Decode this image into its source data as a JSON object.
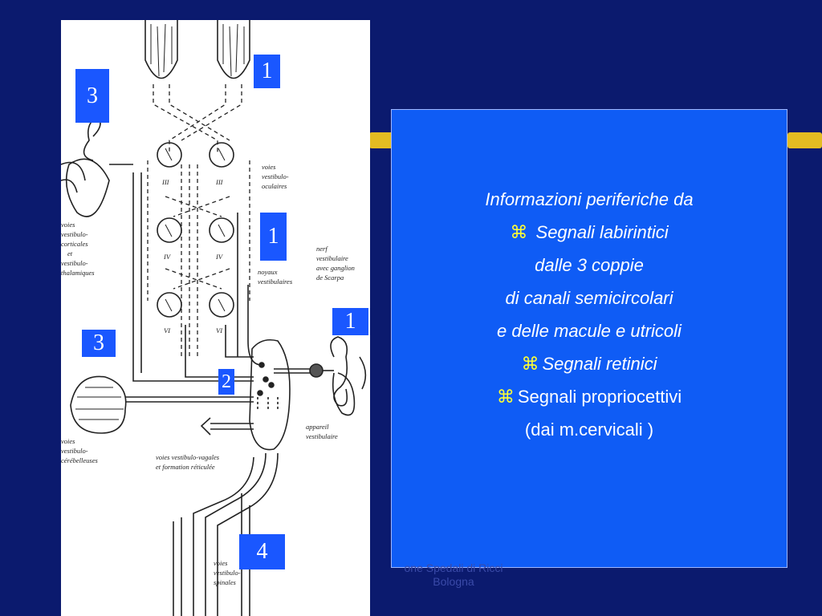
{
  "labels": {
    "top_right_1": "1",
    "left_3_top": "3",
    "middle_1": "1",
    "right_1": "1",
    "left_3_bottom": "3",
    "center_2": "2",
    "bottom_4": "4"
  },
  "diagram_text": {
    "nuclei": [
      "III",
      "III",
      "IV",
      "IV",
      "VI",
      "VI"
    ],
    "voies_vestibulo_oculaires": [
      "voies",
      "vestibulo-",
      "oculaires"
    ],
    "voies_vestibulo_corticales": [
      "voies",
      "vestibulo-",
      "corticales",
      "et",
      "vestibulo-",
      "thalamiques"
    ],
    "noyaux_vestibulaires": [
      "noyaux",
      "vestibulaires"
    ],
    "nerf": [
      "nerf",
      "vestibulaire",
      "avec ganglion",
      "de Scarpa"
    ],
    "appareil": [
      "appareil",
      "vestibulaire"
    ],
    "voies_cerebelleuses": [
      "voies",
      "vestibulo-",
      "cérébelleuses"
    ],
    "voies_vagales": [
      "voies vestibulo-vagales",
      "et formation réticulée"
    ],
    "voies_spinales": [
      "voies",
      "vestibulo-",
      "spinales"
    ]
  },
  "info": {
    "heading": "Informazioni periferiche da",
    "item1": "Segnali labirintici",
    "item1_l2": "dalle 3 coppie",
    "item1_l3": "di canali semicircolari",
    "item1_l4": "e delle macule e utricoli",
    "item2": "Segnali retinici",
    "item3": "Segnali propriocettivi",
    "item3_l2": "(dai m.cervicali )",
    "bullet_glyph": "⌘"
  },
  "footer": {
    "line1": "one Spedali di Ricci",
    "line2": "Bologna"
  },
  "colors": {
    "background": "#0b1a6e",
    "panel": "#0f5cf5",
    "label_box": "#1a57ff",
    "bullet": "#ffff33",
    "accent_bar": "#f0c51e"
  }
}
